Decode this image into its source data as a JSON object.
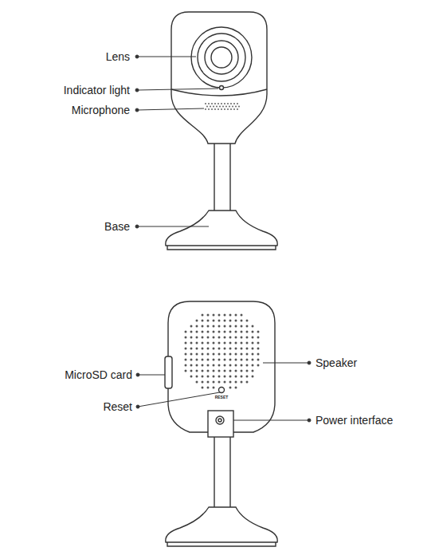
{
  "diagram": {
    "labels": [
      "Lens",
      "Indicator light",
      "Microphone",
      "Base",
      "MicroSD card",
      "RESET",
      "Reset",
      "Speaker",
      "Power interface"
    ]
  }
}
